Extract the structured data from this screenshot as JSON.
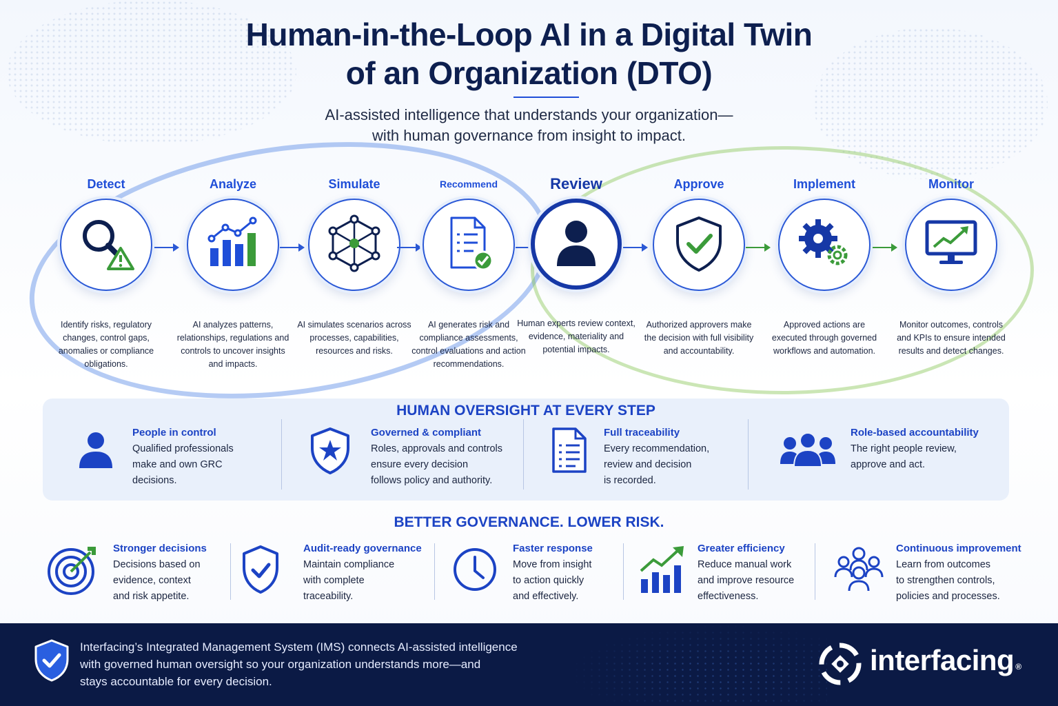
{
  "header": {
    "title_line1": "Human-in-the-Loop AI in a Digital Twin",
    "title_line2": "of an Organization (DTO)",
    "subtitle_line1": "AI-assisted intelligence that understands your organization—",
    "subtitle_line2": "with human governance from insight to impact."
  },
  "colors": {
    "primary": "#1f4ed8",
    "dark_navy": "#0b1a45",
    "green": "#3b9b3a",
    "panel": "#e9f0fb"
  },
  "steps": [
    {
      "label": "Detect",
      "icon": "magnifier-warning-icon",
      "desc": "Identify risks, regulatory changes, control gaps, anomalies or compliance obligations."
    },
    {
      "label": "Analyze",
      "icon": "bar-chart-trend-icon",
      "desc": "AI analyzes patterns, relationships, regulations and controls to uncover insights and impacts."
    },
    {
      "label": "Simulate",
      "icon": "network-hexagon-icon",
      "desc": "AI simulates scenarios across processes, capabilities, resources and risks."
    },
    {
      "label": "Recommend",
      "icon": "document-check-icon",
      "desc": "AI generates risk and compliance assessments, control evaluations and action recommendations."
    },
    {
      "label": "Review",
      "icon": "person-icon",
      "desc": "Human experts review context, evidence, materiality and potential impacts."
    },
    {
      "label": "Approve",
      "icon": "shield-check-icon",
      "desc": "Authorized approvers make the decision with full visibility and accountability."
    },
    {
      "label": "Implement",
      "icon": "gears-icon",
      "desc": "Approved actions are executed through governed workflows and automation."
    },
    {
      "label": "Monitor",
      "icon": "monitor-trend-icon",
      "desc": "Monitor outcomes, controls and KPIs to ensure intended results and detect changes."
    }
  ],
  "oversight": {
    "heading": "HUMAN OVERSIGHT AT EVERY STEP",
    "items": [
      {
        "title": "People in control",
        "desc": [
          "Qualified professionals",
          "make and own GRC",
          "decisions."
        ],
        "icon": "person-icon"
      },
      {
        "title": "Governed & compliant",
        "desc": [
          "Roles, approvals and controls",
          "ensure every decision",
          "follows policy and authority."
        ],
        "icon": "shield-star-icon"
      },
      {
        "title": "Full traceability",
        "desc": [
          "Every recommendation,",
          "review and decision",
          "is recorded."
        ],
        "icon": "checklist-document-icon"
      },
      {
        "title": "Role-based accountability",
        "desc": [
          "The right people review,",
          "approve and act."
        ],
        "icon": "group-icon"
      }
    ]
  },
  "governance": {
    "heading": "BETTER GOVERNANCE. LOWER RISK.",
    "items": [
      {
        "title": "Stronger decisions",
        "desc": [
          "Decisions based on",
          "evidence, context",
          "and risk appetite."
        ],
        "icon": "target-icon"
      },
      {
        "title": "Audit-ready governance",
        "desc": [
          "Maintain compliance",
          "with complete",
          "traceability."
        ],
        "icon": "shield-check-icon"
      },
      {
        "title": "Faster response",
        "desc": [
          "Move from insight",
          "to action quickly",
          "and effectively."
        ],
        "icon": "clock-icon"
      },
      {
        "title": "Greater efficiency",
        "desc": [
          "Reduce manual work",
          "and improve resource",
          "effectiveness."
        ],
        "icon": "growth-chart-icon"
      },
      {
        "title": "Continuous improvement",
        "desc": [
          "Learn from outcomes",
          "to strengthen controls,",
          "policies and processes."
        ],
        "icon": "team-icon"
      }
    ]
  },
  "footer": {
    "text_line1": "Interfacing’s Integrated Management System (IMS) connects AI-assisted intelligence",
    "text_line2": "with governed human oversight so your organization understands more—and",
    "text_line3": "stays accountable for every decision.",
    "brand": "interfacing",
    "brand_mark": "®"
  }
}
